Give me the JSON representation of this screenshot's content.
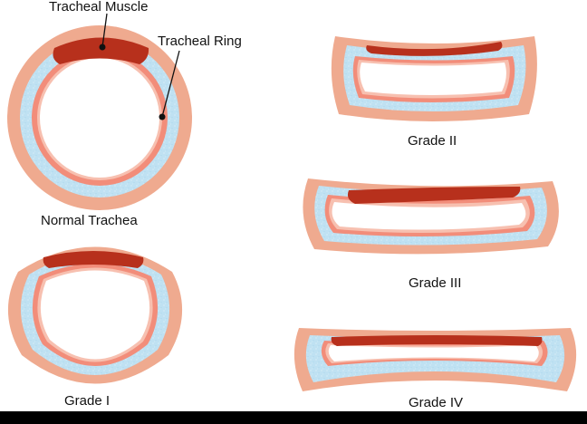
{
  "labels": {
    "tracheal_muscle": "Tracheal Muscle",
    "tracheal_ring": "Tracheal Ring",
    "normal": "Normal Trachea",
    "grade1": "Grade I",
    "grade2": "Grade II",
    "grade3": "Grade III",
    "grade4": "Grade IV"
  },
  "colors": {
    "outer_tissue": "#efaa8f",
    "cartilage": "#bfe1f2",
    "inner_mucosa": "#f28d7a",
    "mucosa_edge": "#f7c0b0",
    "lumen": "#ffffff",
    "muscle": "#b7301c",
    "leader_line": "#111111",
    "bottom_bar": "#000000"
  }
}
